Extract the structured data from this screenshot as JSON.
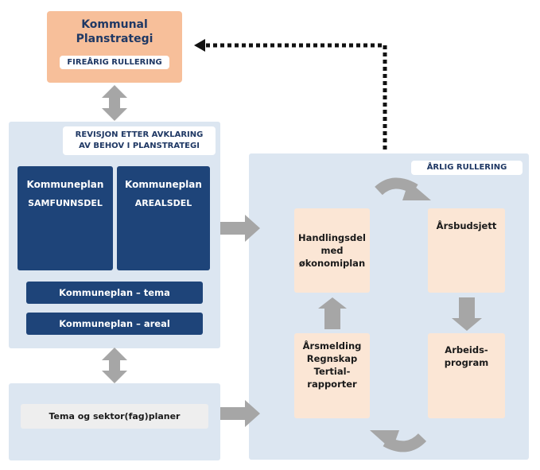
{
  "strategy": {
    "title": "Kommunal Planstrategi",
    "tag": "FIREÅRIG RULLERING",
    "color": "#f7bf9a"
  },
  "revision": {
    "label": "REVISJON ETTER AVKLARING AV BEHOV I PLANSTRATEGI",
    "box_samfunn_title": "Kommuneplan",
    "box_samfunn_sub": "SAMFUNNSDEL",
    "box_areal_title": "Kommuneplan",
    "box_areal_sub": "AREALSDEL",
    "bar_tema": "Kommuneplan – tema",
    "bar_areal": "Kommuneplan – areal"
  },
  "sector": {
    "label": "Tema og sektor(fag)planer"
  },
  "annual": {
    "label": "ÅRLIG RULLERING",
    "handlingsdel": "Handlingsdel med økonomiplan",
    "budsjett": "Årsbudsjett",
    "arsmelding": "Årsmelding Regnskap Tertial-rapporter",
    "arbeidsprogram": "Arbeids-program"
  },
  "colors": {
    "panel": "#dce6f1",
    "navy": "#1e4479",
    "peach": "#fbe6d5",
    "arrow": "#a6a6a6"
  }
}
